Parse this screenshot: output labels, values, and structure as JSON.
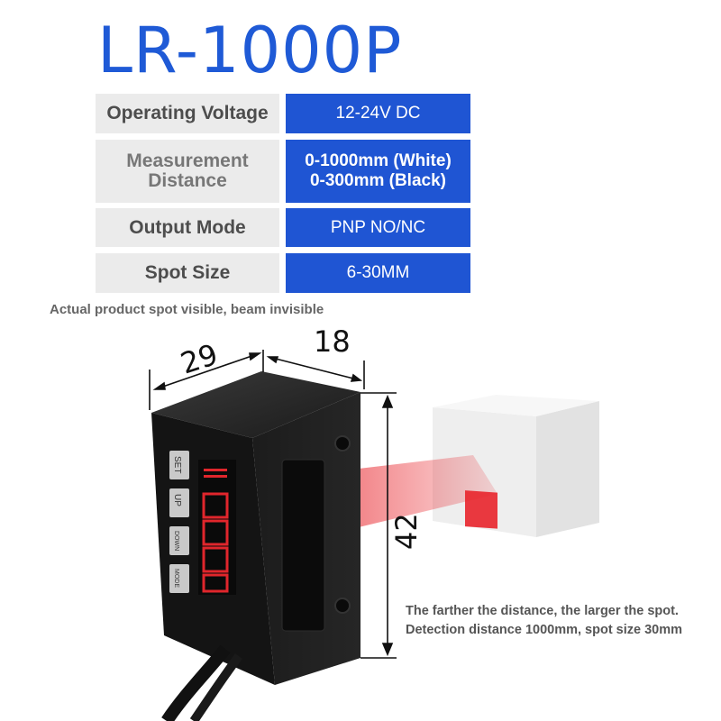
{
  "title": "LR-1000P",
  "specs": [
    {
      "label": "Operating Voltage",
      "value": "12-24V DC"
    },
    {
      "label": "Measurement\nDistance",
      "value": "0-1000mm (White)\n0-300mm (Black)"
    },
    {
      "label": "Output Mode",
      "value": "PNP NO/NC"
    },
    {
      "label": "Spot Size",
      "value": "6-30MM"
    }
  ],
  "note": "Actual product spot visible, beam invisible",
  "dimensions": {
    "width": "29",
    "depth": "18",
    "height": "42"
  },
  "buttons": {
    "set": "SET",
    "up": "UP",
    "down": "DOWN",
    "mode": "MODE"
  },
  "caption": "The farther the distance, the larger the spot. Detection distance 1000mm, spot size 30mm",
  "colors": {
    "accent": "#1f55d3",
    "laser": "#e8242b",
    "label_bg": "#ebebeb"
  }
}
